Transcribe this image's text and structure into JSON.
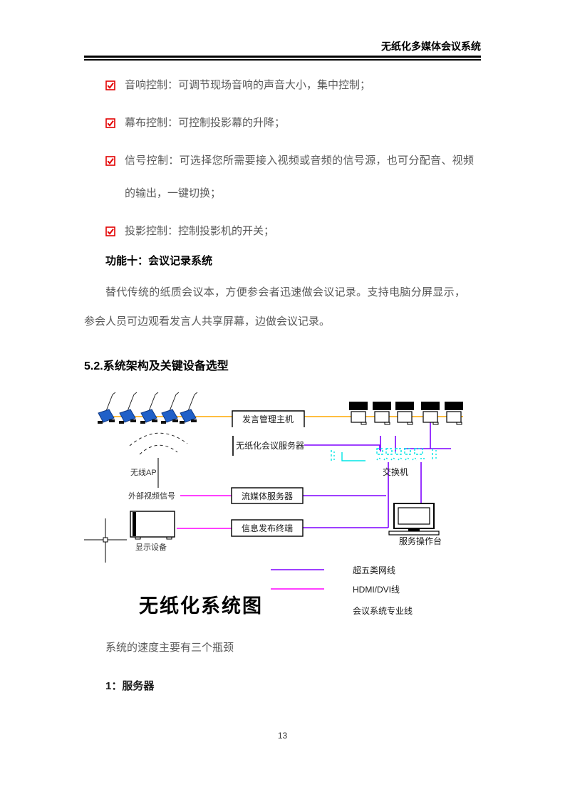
{
  "header": {
    "title": "无纸化多媒体会议系统"
  },
  "checklist": [
    {
      "label": "音响控制：可调节现场音响的声音大小，集中控制；"
    },
    {
      "label": "幕布控制：可控制投影幕的升降；"
    },
    {
      "label": "信号控制：可选择您所需要接入视频或音频的信号源，也可分配音、视频的输出，一键切换；"
    },
    {
      "label": "投影控制：控制投影机的开关；"
    }
  ],
  "sections": {
    "feature_heading": "功能十：会议记录系统",
    "feature_paragraph": "替代传统的纸质会议本，方便参会者迅速做会议记录。支持电脑分屏显示，参会人员可边观看发言人共享屏幕，边做会议记录。",
    "section_heading": "5.2.系统架构及关键设备选型",
    "bottleneck_paragraph": "系统的速度主要有三个瓶颈",
    "server_heading": "1：服务器"
  },
  "diagram": {
    "title": "无纸化系统图",
    "nodes": {
      "speech_host": "发言管理主机",
      "paperless_server": "无纸化会议服务器",
      "wireless_ap": "无线AP",
      "external_video": "外部视频信号",
      "media_server": "流媒体服务器",
      "info_terminal": "信息发布终端",
      "display_device": "显示设备",
      "switch": "交换机",
      "service_console": "服务操作台"
    },
    "legend": [
      {
        "label": "超五类网线",
        "color": "#7F00FF"
      },
      {
        "label": "HDMI/DVI线",
        "color": "#FF00FF"
      },
      {
        "label": "会议系统专业线",
        "color": ""
      }
    ],
    "colors": {
      "conference_line": "#FFA800",
      "network_line": "#7F00FF",
      "hdmi_line": "#FF00FF",
      "switch": "#00F0F0",
      "microphone": "#2060C8",
      "checkbox": "#E30000"
    }
  },
  "footer": {
    "page_number": "13"
  }
}
